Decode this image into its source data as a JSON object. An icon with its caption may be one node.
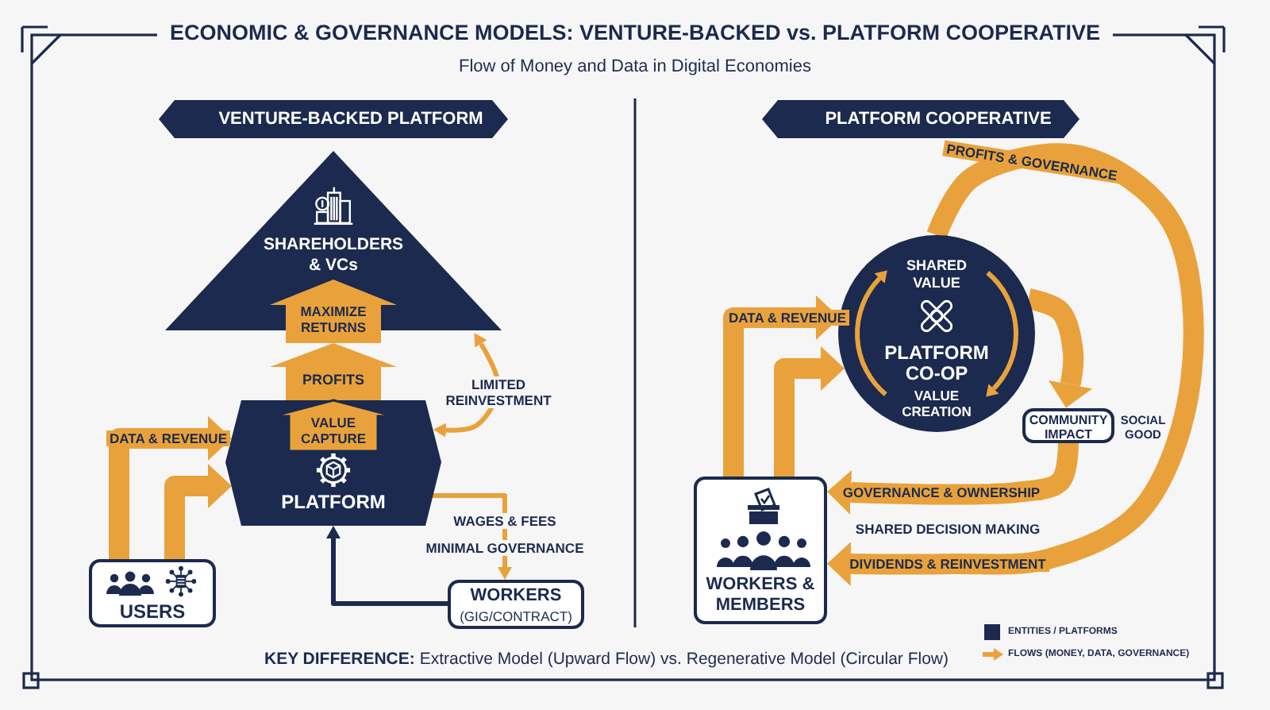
{
  "diagram": {
    "title": "ECONOMIC & GOVERNANCE MODELS: VENTURE-BACKED vs. PLATFORM COOPERATIVE",
    "caption": "**KEY DIFFERENCE:** Extractive Model (Upward Flow) vs. Regenerative Model (Circular Flow)",
    "nodes": [
      {
        "text": [
          "VENTURE-BACKED PLATFORM"
        ]
      },
      {
        "text": [
          "SHAREHOLDERS & VCs"
        ]
      },
      {
        "text": [
          "MAXIMIZE RETURNS"
        ]
      },
      {
        "text": [
          "PROFITS"
        ]
      },
      {
        "text": [
          "PLATFORM"
        ]
      },
      {
        "text": [
          "VALUE CAPTURE"
        ],
        "in": 4
      },
      {
        "text": [
          "USERS"
        ]
      },
      {
        "text": [
          "WORKERS",
          "(GIG/CONTRACT)"
        ]
      },
      {
        "text": [
          "PLATFORM COOPERATIVE"
        ]
      },
      {
        "text": [
          "SHARED VALUE",
          "PLATFORM CO-OP",
          "VALUE CREATION"
        ]
      },
      {
        "text": [
          "COMMUNITY IMPACT"
        ],
        "beside": [
          "SOCIAL GOOD"
        ]
      },
      {
        "text": [
          "WORKERS & MEMBERS"
        ]
      }
    ],
    "edges": [
      {
        "from": 6,
        "to": 4,
        "arrow": "to",
        "label": "DATA & REVENUE"
      },
      {
        "from": 6,
        "to": 4,
        "arrow": "to"
      },
      {
        "from": 4,
        "to": 1,
        "arrow": "both",
        "label": "LIMITED REINVESTMENT"
      },
      {
        "from": 4,
        "to": 7,
        "arrow": "to",
        "label": "WAGES & FEES"
      },
      {
        "from": 7,
        "to": 4,
        "arrow": "to",
        "color": "#1b2a4e"
      },
      {
        "from": 11,
        "to": 9,
        "arrow": "to",
        "label": "DATA & REVENUE"
      },
      {
        "from": 11,
        "to": 9,
        "arrow": "to"
      },
      {
        "from": 9,
        "to": 10,
        "arrow": "to"
      },
      {
        "from": 10,
        "to": 11,
        "arrow": "to",
        "label": "GOVERNANCE & OWNERSHIP"
      },
      {
        "from": 9,
        "to": 11,
        "arrow": "to",
        "label": "PROFITS & GOVERNANCE"
      }
    ],
    "labels": [
      "Flow of Money and Data in Digital Economies",
      "MINIMAL GOVERNANCE",
      "SHARED DECISION MAKING",
      "DIVIDENDS & REINVESTMENT"
    ],
    "legend": [
      {
        "text": "ENTITIES / PLATFORMS",
        "color": "#1b2a4e"
      },
      {
        "text": "FLOWS (MONEY, DATA, GOVERNANCE)"
      }
    ]
  }
}
